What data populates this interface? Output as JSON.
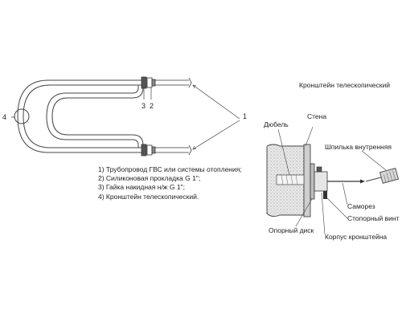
{
  "legend": [
    "1) Трубопровод ГВС или системы отопления;",
    "2) Силиконовая прокладка G 1\";",
    "3) Гайка накидная н/ж G 1\";",
    "4) Кронштейн телескопический."
  ],
  "callouts": {
    "n1": "1",
    "n2": "2",
    "n3": "3",
    "n4": "4"
  },
  "bracket": {
    "title": "Кронштейн телескопический",
    "wall": "Стена",
    "dowel": "Дюбель",
    "stud": "Шпилька внутренняя",
    "screw": "Саморез",
    "set_screw": "Стопорный винт",
    "disk": "Опорный диск",
    "body": "Корпус кронштейна"
  }
}
